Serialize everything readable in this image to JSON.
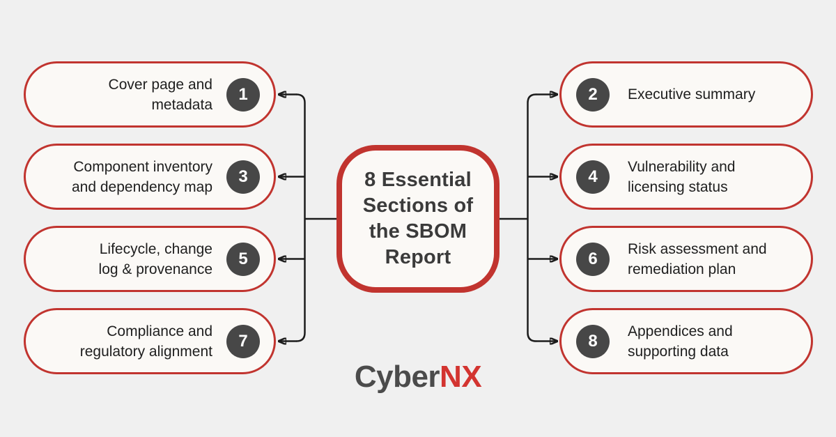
{
  "diagram": {
    "center_title": "8 Essential\nSections of\nthe SBOM\nReport",
    "items": [
      {
        "number": "1",
        "label": "Cover page and\nmetadata",
        "side": "left"
      },
      {
        "number": "2",
        "label": "Executive summary",
        "side": "right"
      },
      {
        "number": "3",
        "label": "Component inventory\nand dependency map",
        "side": "left"
      },
      {
        "number": "4",
        "label": "Vulnerability and\nlicensing status",
        "side": "right"
      },
      {
        "number": "5",
        "label": "Lifecycle, change\nlog & provenance",
        "side": "left"
      },
      {
        "number": "6",
        "label": "Risk assessment and\nremediation plan",
        "side": "right"
      },
      {
        "number": "7",
        "label": "Compliance and\nregulatory alignment",
        "side": "left"
      },
      {
        "number": "8",
        "label": "Appendices and\nsupporting data",
        "side": "right"
      }
    ],
    "logo": {
      "prefix": "Cyber",
      "suffix": "NX"
    },
    "colors": {
      "background": "#f0f0f0",
      "pill_fill": "#fbf9f6",
      "accent_red": "#c1342f",
      "number_circle": "#474747",
      "text_dark": "#1e1e1e",
      "title_color": "#3b3b3b",
      "connector": "#1c1c1c",
      "logo_gray": "#4b4b4b",
      "logo_red": "#d33430"
    }
  }
}
